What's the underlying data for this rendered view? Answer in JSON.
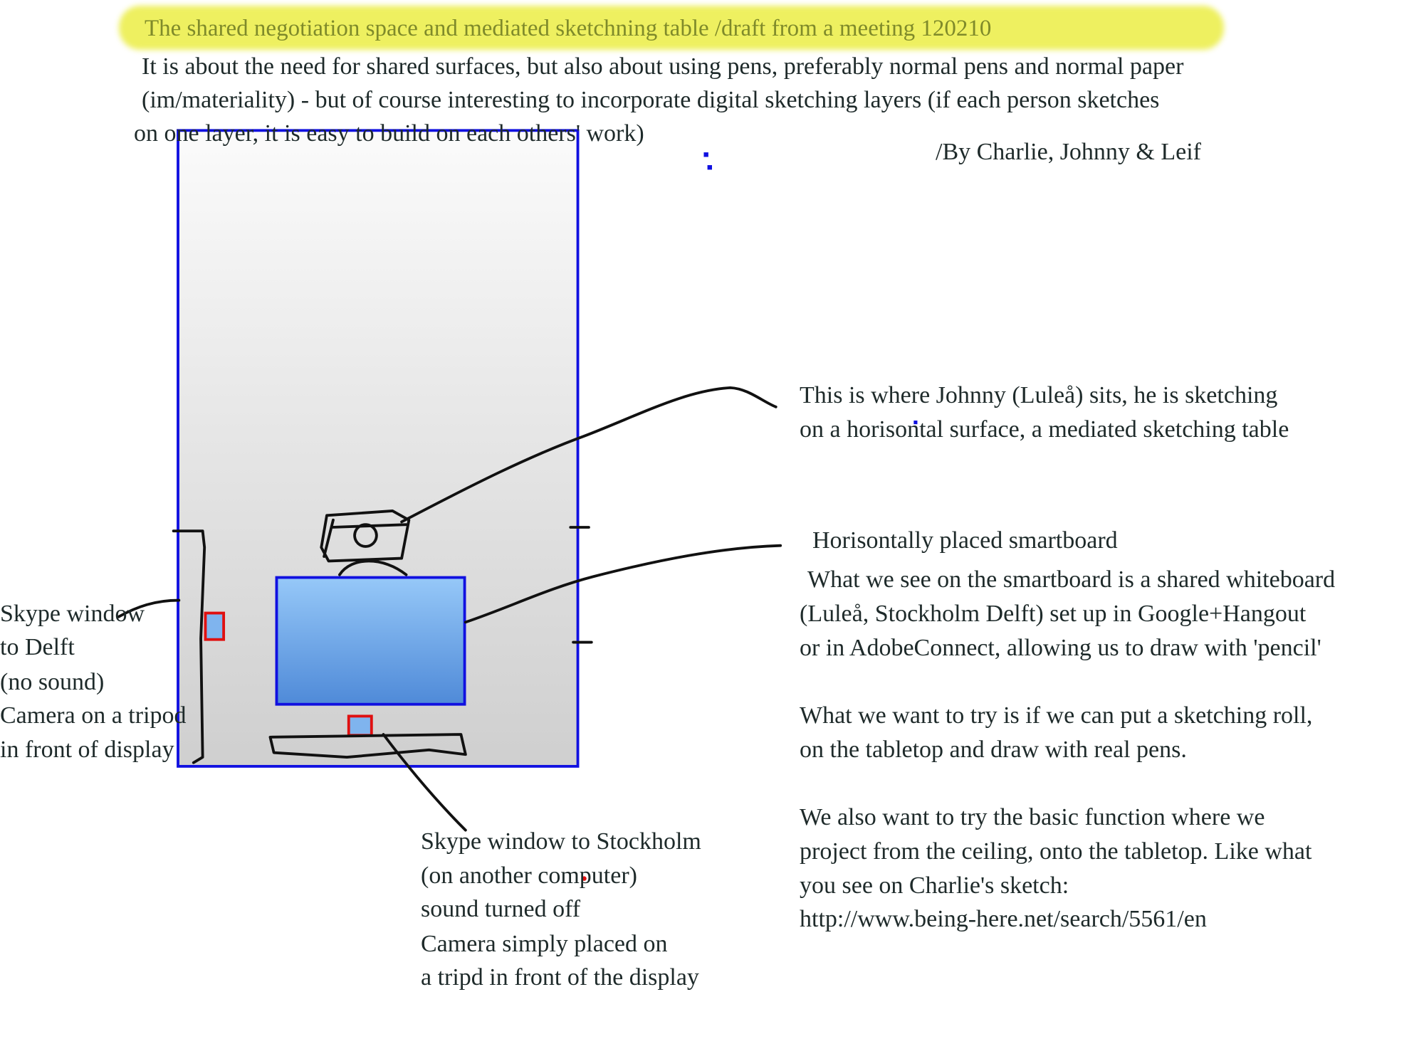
{
  "title": "The shared negotiation space and mediated sketchning table /draft from a meeting 120210",
  "intro": [
    "It is about the need for shared surfaces, but also about using pens, preferably normal pens and normal paper",
    "(im/materiality) - but of course interesting to incorporate digital sketching layers (if each person sketches",
    "on one layer, it is easy to build on each others' work)"
  ],
  "byline": "/By Charlie, Johnny & Leif",
  "johnny_note": [
    "This is where Johnny (Luleå) sits, he is sketching",
    "on a horisontal surface, a mediated sketching table"
  ],
  "smartboard_heading": "Horisontally placed smartboard",
  "smartboard_note": [
    "What we see on the smartboard is a shared whiteboard",
    "(Luleå, Stockholm Delft) set up in Google+Hangout",
    "or in AdobeConnect, allowing us to draw with 'pencil'"
  ],
  "roll_note": [
    "What we want to try is if we can put a sketching roll,",
    "on the tabletop and draw with real pens."
  ],
  "projection_note": [
    "We also want to try the basic function where we",
    "project from the ceiling, onto the tabletop. Like what",
    "you see on Charlie's sketch:",
    "http://www.being-here.net/search/5561/en"
  ],
  "delft_note": [
    "Skype window",
    "to Delft",
    "(no sound)",
    "Camera on a tripod",
    "in front of display"
  ],
  "stockholm_note": [
    "Skype window to Stockholm",
    "(on another computer)",
    "sound turned off",
    "Camera simply placed on",
    "a tripd in front of the display"
  ],
  "colors": {
    "highlight": "#eef060",
    "frame": "#1010e0",
    "smartboard": "#6aa8e8",
    "marker": "#e01010"
  }
}
